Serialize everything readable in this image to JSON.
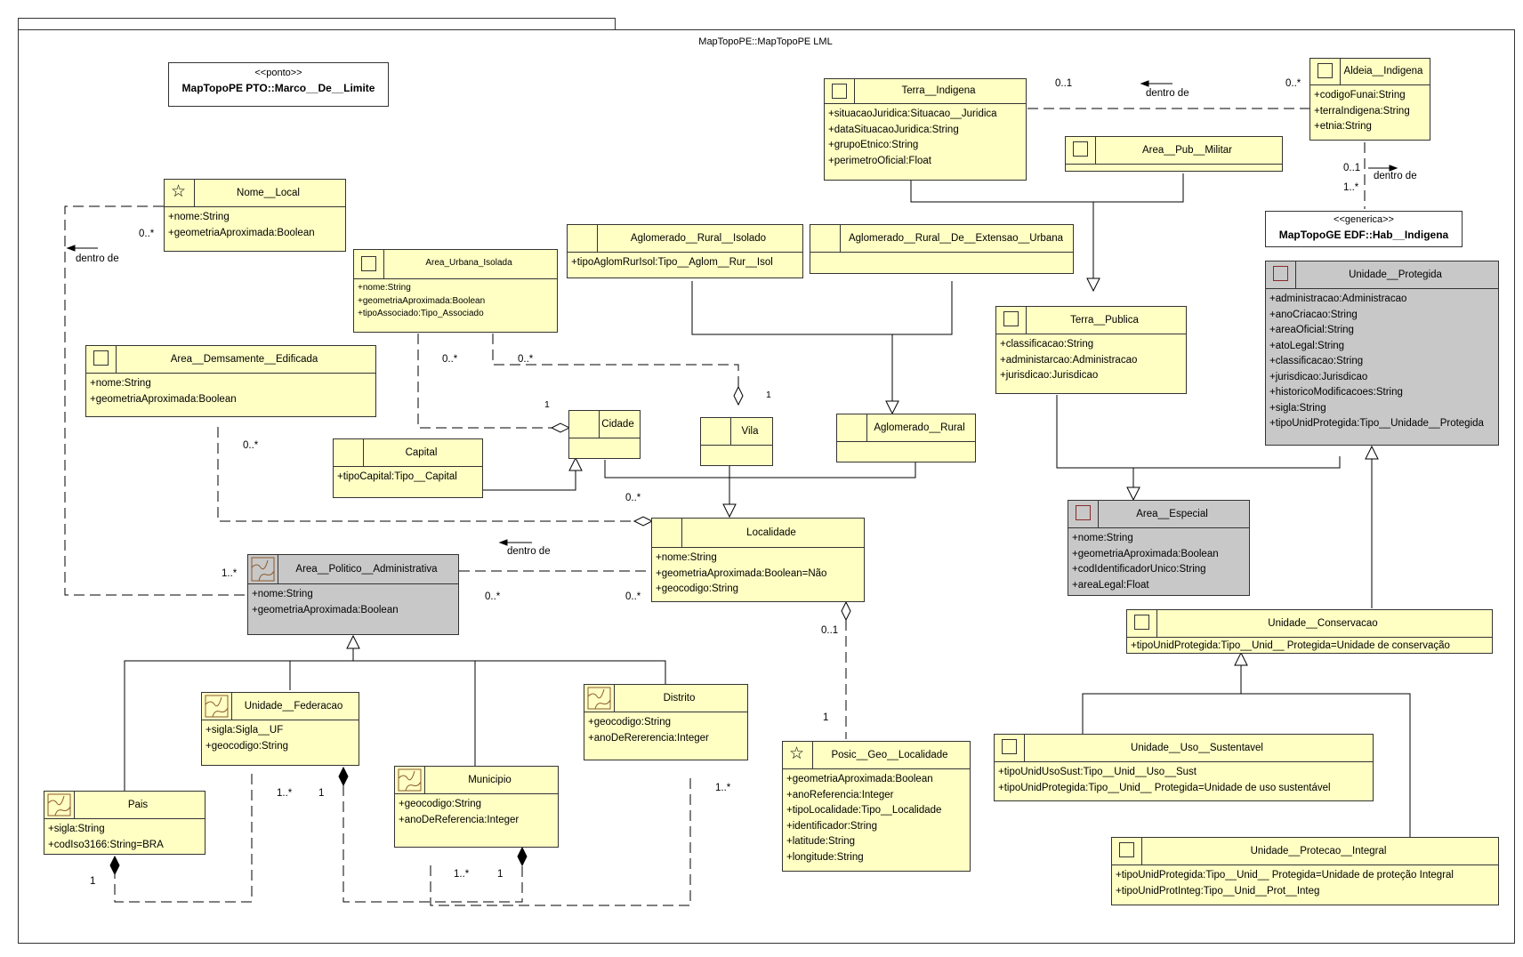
{
  "package": {
    "title": "MapTopoPE::MapTopoPE LML"
  },
  "notes": {
    "marco": {
      "stereotype": "<<ponto>>",
      "name": "MapTopoPE PTO::Marco__De__Limite"
    },
    "hab": {
      "stereotype": "<<generica>>",
      "name": "MapTopoGE EDF::Hab__Indigena"
    }
  },
  "classes": {
    "terra_indigena": {
      "name": "Terra__Indigena",
      "attrs": [
        "+situacaoJuridica:Situacao__Juridica",
        "+dataSituacaoJuridica:String",
        "+grupoEtnico:String",
        "+perimetroOficial:Float"
      ]
    },
    "aldeia_indigena": {
      "name": "Aldeia__Indigena",
      "attrs": [
        "+codigoFunai:String",
        "+terraIndigena:String",
        "+etnia:String"
      ]
    },
    "area_pub_militar": {
      "name": "Area__Pub__Militar",
      "attrs": []
    },
    "nome_local": {
      "name": "Nome__Local",
      "attrs": [
        "+nome:String",
        "+geometriaAproximada:Boolean"
      ]
    },
    "aglom_rural_isolado": {
      "name": "Aglomerado__Rural__Isolado",
      "attrs": [
        "+tipoAglomRurIsol:Tipo__Aglom__Rur__Isol"
      ]
    },
    "aglom_rural_ext": {
      "name": "Aglomerado__Rural__De__Extensao__Urbana",
      "attrs": []
    },
    "area_urbana_isolada": {
      "name": "Area_Urbana_Isolada",
      "attrs": [
        "+nome:String",
        "+geometriaAproximada:Boolean",
        "+tipoAssociado:Tipo_Associado"
      ]
    },
    "unidade_protegida": {
      "name": "Unidade__Protegida",
      "attrs": [
        "+administracao:Administracao",
        "+anoCriacao:String",
        "+areaOficial:String",
        "+atoLegal:String",
        "+classificacao:String",
        "+jurisdicao:Jurisdicao",
        "+historicoModificacoes:String",
        "+sigla:String",
        "+tipoUnidProtegida:Tipo__Unidade__Protegida"
      ]
    },
    "terra_publica": {
      "name": "Terra__Publica",
      "attrs": [
        "+classificacao:String",
        "+administarcao:Administracao",
        "+jurisdicao:Jurisdicao"
      ]
    },
    "area_densamente": {
      "name": "Area__Demsamente__Edificada",
      "attrs": [
        "+nome:String",
        "+geometriaAproximada:Boolean"
      ]
    },
    "cidade": {
      "name": "Cidade",
      "attrs": []
    },
    "vila": {
      "name": "Vila",
      "attrs": []
    },
    "aglomerado_rural": {
      "name": "Aglomerado__Rural",
      "attrs": []
    },
    "capital": {
      "name": "Capital",
      "attrs": [
        "+tipoCapital:Tipo__Capital"
      ]
    },
    "area_especial": {
      "name": "Area__Especial",
      "attrs": [
        "+nome:String",
        "+geometriaAproximada:Boolean",
        "+codIdentificadorUnico:String",
        "+areaLegal:Float"
      ]
    },
    "localidade": {
      "name": "Localidade",
      "attrs": [
        "+nome:String",
        "+geometriaAproximada:Boolean=Não",
        "+geocodigo:String"
      ]
    },
    "area_politico": {
      "name": "Area__Politico__Administrativa",
      "attrs": [
        "+nome:String",
        "+geometriaAproximada:Boolean"
      ]
    },
    "unidade_conservacao": {
      "name": "Unidade__Conservacao",
      "attrs": [
        "+tipoUnidProtegida:Tipo__Unid__ Protegida=Unidade de conservação"
      ]
    },
    "unidade_federacao": {
      "name": "Unidade__Federacao",
      "attrs": [
        "+sigla:Sigla__UF",
        "+geocodigo:String"
      ]
    },
    "distrito": {
      "name": "Distrito",
      "attrs": [
        "+geocodigo:String",
        "+anoDeRererencia:Integer"
      ]
    },
    "unidade_uso": {
      "name": "Unidade__Uso__Sustentavel",
      "attrs": [
        "+tipoUnidUsoSust:Tipo__Unid__Uso__Sust",
        "+tipoUnidProtegida:Tipo__Unid__ Protegida=Unidade de uso sustentável"
      ]
    },
    "municipio": {
      "name": "Municipio",
      "attrs": [
        "+geocodigo:String",
        "+anoDeReferencia:Integer"
      ]
    },
    "posic_geo": {
      "name": "Posic__Geo__Localidade",
      "attrs": [
        "+geometriaAproximada:Boolean",
        "+anoReferencia:Integer",
        "+tipoLocalidade:Tipo__Localidade",
        "+identificador:String",
        "+latitude:String",
        "+longitude:String"
      ]
    },
    "pais": {
      "name": "Pais",
      "attrs": [
        "+sigla:String",
        "+codIso3166:String=BRA"
      ]
    },
    "unidade_protecao": {
      "name": "Unidade__Protecao__Integral",
      "attrs": [
        "+tipoUnidProtegida:Tipo__Unid__ Protegida=Unidade de proteção Integral",
        "+tipoUnidProtInteg:Tipo__Unid__Prot__Integ"
      ]
    }
  },
  "labels": {
    "m_ti_01": "0..1",
    "dentro_ti": "dentro de",
    "m_ald_0s": "0..*",
    "m_ald_01": "0..1",
    "dentro_ald": "dentro de",
    "m_hab_1s": "1..*",
    "m_nome_0s": "0..*",
    "dentro_nome": "dentro de",
    "m_aui_0s_a": "0..*",
    "m_aui_0s_b": "0..*",
    "m_cid_1": "1",
    "m_vila_1": "1",
    "m_ade_0s": "0..*",
    "m_loc_0s_top": "0..*",
    "dentro_apa": "dentro de",
    "m_apa_1s": "1..*",
    "m_apa_0s": "0..*",
    "m_loc_0s": "0..*",
    "m_loc_01": "0..1",
    "m_pgl_1": "1",
    "m_uf_1s": "1..*",
    "m_uf_1": "1",
    "m_dist_1s": "1..*",
    "m_pais_1": "1",
    "m_mun_1s": "1..*",
    "m_mun_1": "1"
  }
}
